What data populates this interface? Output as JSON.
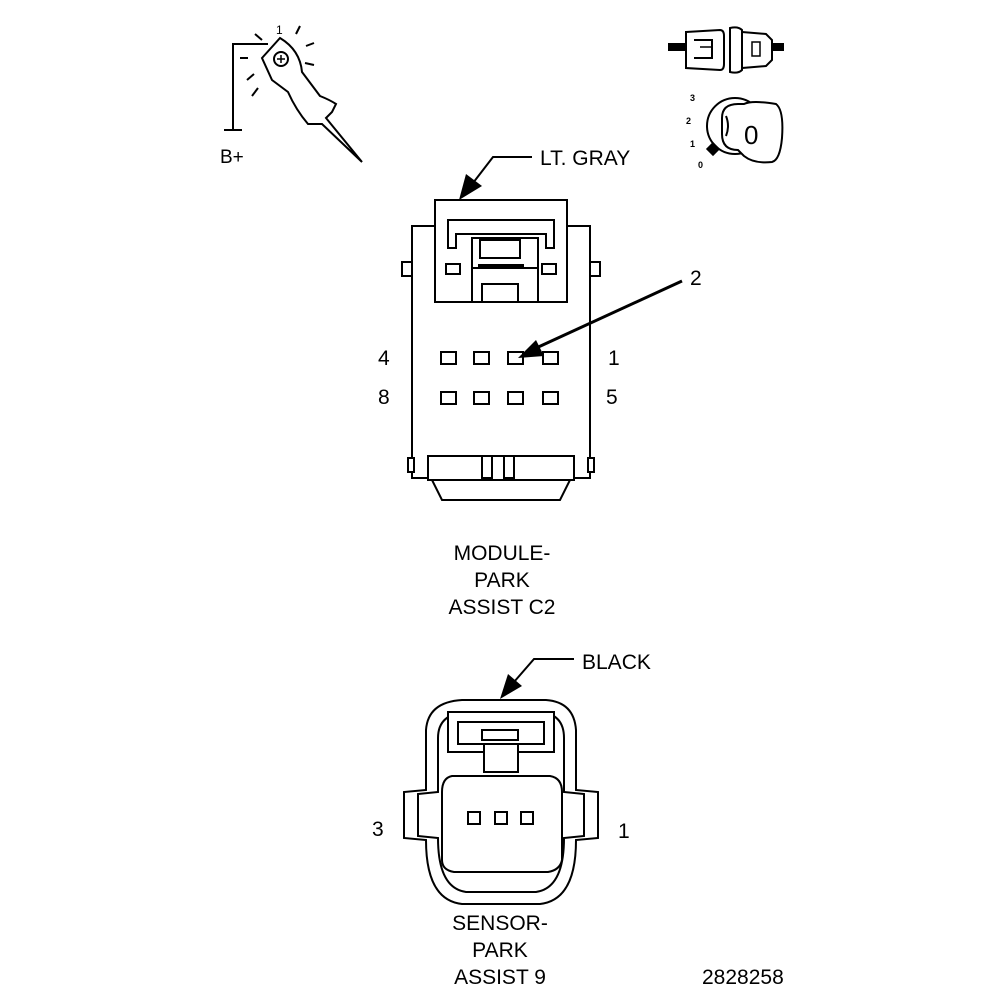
{
  "test_light": {
    "supply_label": "B+",
    "probe_pin": "1"
  },
  "ignition_switch": {
    "positions": [
      "3",
      "2",
      "1",
      "0"
    ],
    "key_position_label": "0"
  },
  "connector_c2": {
    "color_label": "LT. GRAY",
    "pin_callout": "2",
    "pin_labels": {
      "top_left": "4",
      "top_right": "1",
      "bottom_left": "8",
      "bottom_right": "5"
    },
    "name_lines": [
      "MODULE-",
      "PARK",
      "ASSIST C2"
    ]
  },
  "connector_sensor": {
    "color_label": "BLACK",
    "pin_labels": {
      "left": "3",
      "right": "1"
    },
    "name_lines": [
      "SENSOR-",
      "PARK",
      "ASSIST 9"
    ]
  },
  "figure_number": "2828258"
}
